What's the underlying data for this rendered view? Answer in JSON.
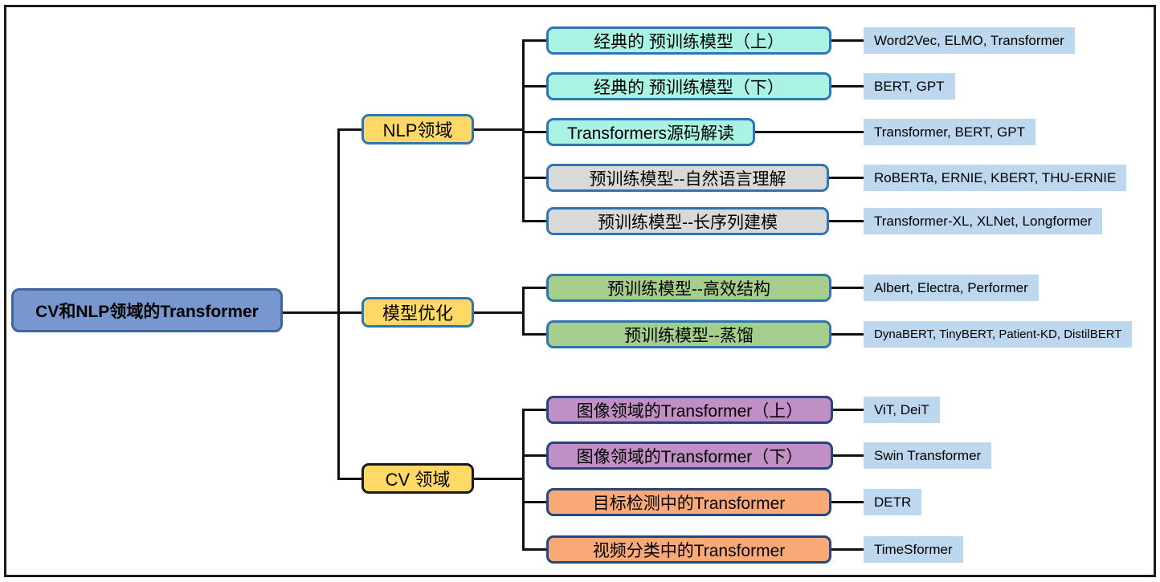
{
  "root": {
    "label": "CV和NLP领域的Transformer"
  },
  "branches": [
    {
      "label": "NLP领域"
    },
    {
      "label": "模型优化"
    },
    {
      "label": "CV 领域"
    }
  ],
  "leaves": [
    {
      "label": "经典的 预训练模型（上）",
      "tag": "Word2Vec, ELMO, Transformer",
      "color": "#AAF2E3"
    },
    {
      "label": "经典的 预训练模型（下）",
      "tag": "BERT, GPT",
      "color": "#AAF2E3"
    },
    {
      "label": "Transformers源码解读",
      "tag": "Transformer, BERT, GPT",
      "color": "#AAF2E3"
    },
    {
      "label": "预训练模型--自然语言理解",
      "tag": "RoBERTa, ERNIE, KBERT, THU-ERNIE",
      "color": "#D9D9D9"
    },
    {
      "label": "预训练模型--长序列建模",
      "tag": "Transformer-XL, XLNet, Longformer",
      "color": "#D9D9D9"
    },
    {
      "label": "预训练模型--高效结构",
      "tag": "Albert, Electra, Performer",
      "color": "#A5CE8C"
    },
    {
      "label": "预训练模型--蒸馏",
      "tag": "DynaBERT, TinyBERT, Patient-KD, DistilBERT",
      "color": "#A5CE8C"
    },
    {
      "label": "图像领域的Transformer（上）",
      "tag": "ViT, DeiT",
      "color": "#C08FC5"
    },
    {
      "label": "图像领域的Transformer（下）",
      "tag": "Swin Transformer",
      "color": "#C08FC5"
    },
    {
      "label": "目标检测中的Transformer",
      "tag": "DETR",
      "color": "#F8A977"
    },
    {
      "label": "视频分类中的Transformer",
      "tag": "TimeSformer",
      "color": "#F8A977"
    }
  ],
  "colors": {
    "root_fill": "#7897CE",
    "root_border": "#41659F",
    "branch_fill": "#FFD966",
    "branch_border": "#2E75B6",
    "cv_branch_border": "#1A1A1A",
    "leaf_border_blue": "#2E75B6",
    "leaf_border_navy": "#25477F",
    "tag_fill": "#BDD7EE",
    "line": "#111111"
  }
}
